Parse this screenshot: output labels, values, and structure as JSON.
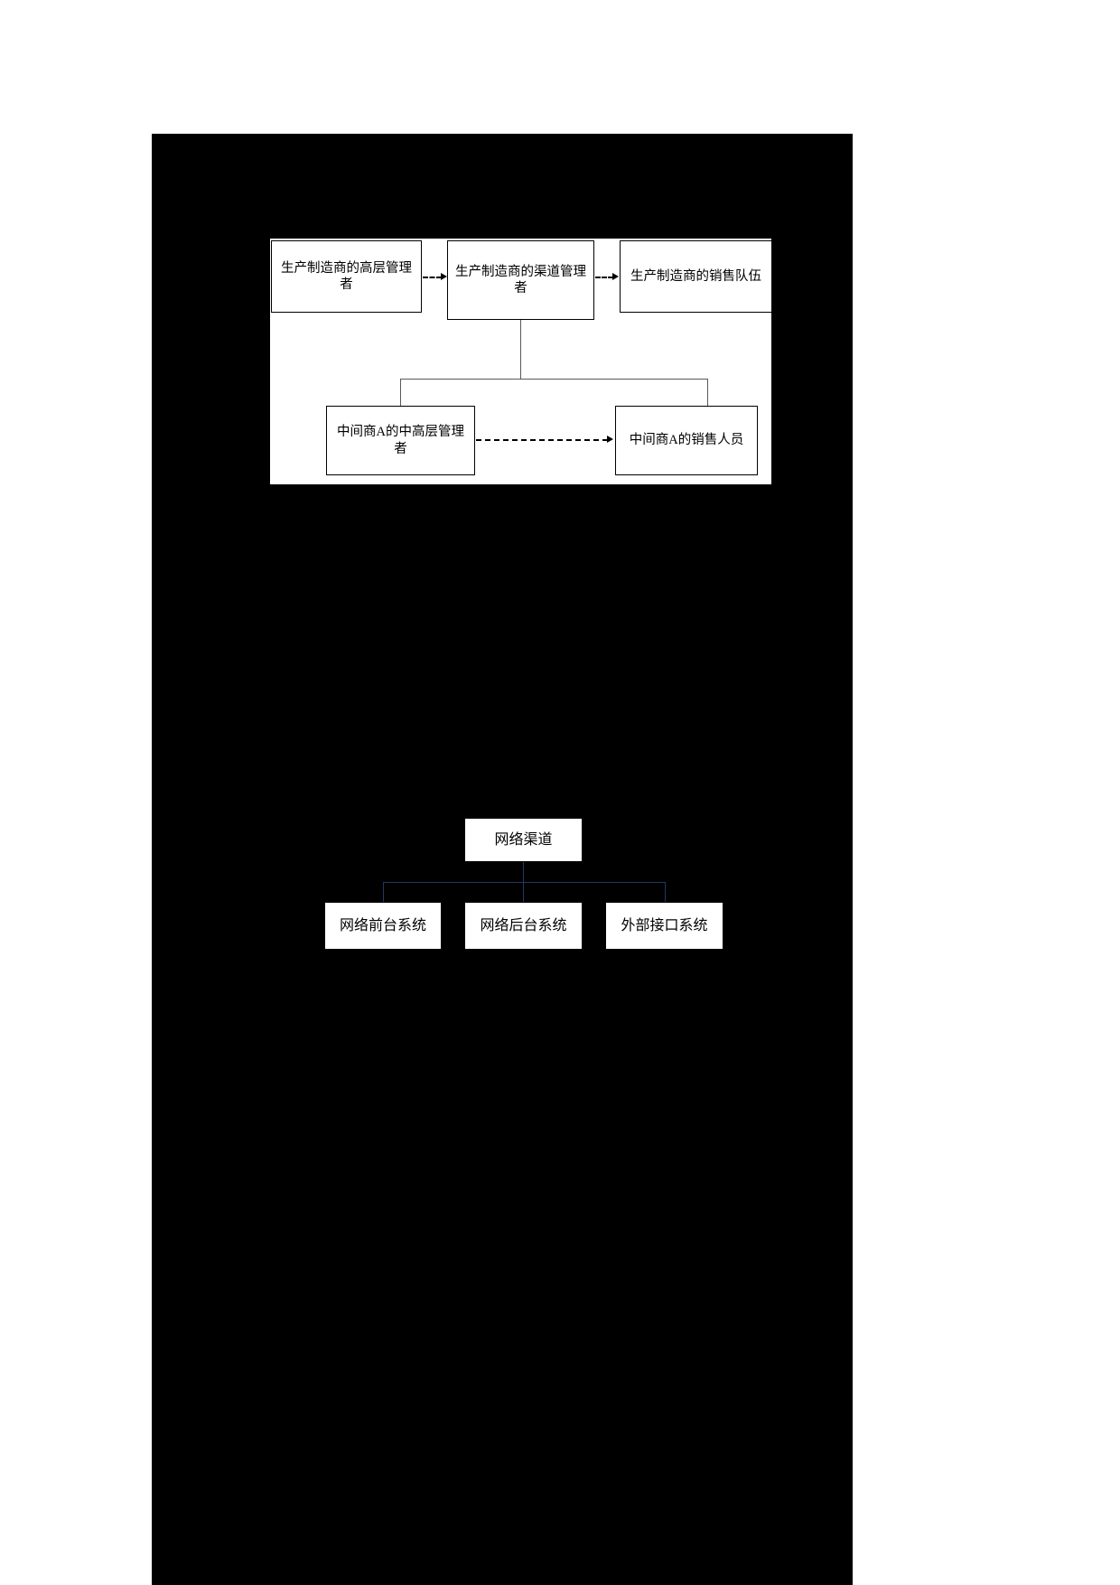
{
  "page": {
    "background_color": "#ffffff",
    "canvas_color": "#000000"
  },
  "diagram_one": {
    "name": "manufacturer-distributor-relationship-diagram",
    "panel_background": "#ffffff",
    "line_color": "#000000",
    "top_row": [
      {
        "id": "mfr-senior-management",
        "label": "生产制造商的高层管理者"
      },
      {
        "id": "mfr-channel-management",
        "label": "生产制造商的渠道管理者"
      },
      {
        "id": "mfr-sales-team",
        "label": "生产制造商的销售队伍"
      }
    ],
    "bottom_row": [
      {
        "id": "distributor-a-mid-senior-management",
        "label": "中间商A的中高层管理者"
      },
      {
        "id": "distributor-a-salespeople",
        "label": "中间商A的销售人员"
      }
    ],
    "connectors": [
      {
        "id": "arrow-senior-to-channel",
        "style": "dashed-arrow",
        "from": "mfr-senior-management",
        "to": "mfr-channel-management"
      },
      {
        "id": "arrow-channel-to-sales",
        "style": "dashed-arrow",
        "from": "mfr-channel-management",
        "to": "mfr-sales-team"
      },
      {
        "id": "arrow-distributor-mid-to-sales",
        "style": "dashed-arrow",
        "from": "distributor-a-mid-senior-management",
        "to": "distributor-a-salespeople"
      },
      {
        "id": "bracket-channel-to-distributors",
        "style": "solid-bracket",
        "from": "mfr-channel-management",
        "to": "distributor-a-mid-senior-management, distributor-a-salespeople"
      }
    ]
  },
  "diagram_two": {
    "name": "network-channel-system-tree",
    "line_color": "#1F3864",
    "root": {
      "id": "network-channel",
      "label": "网络渠道"
    },
    "children": [
      {
        "id": "network-frontend-system",
        "label": "网络前台系统"
      },
      {
        "id": "network-backend-system",
        "label": "网络后台系统"
      },
      {
        "id": "external-interface-system",
        "label": "外部接口系统"
      }
    ]
  }
}
